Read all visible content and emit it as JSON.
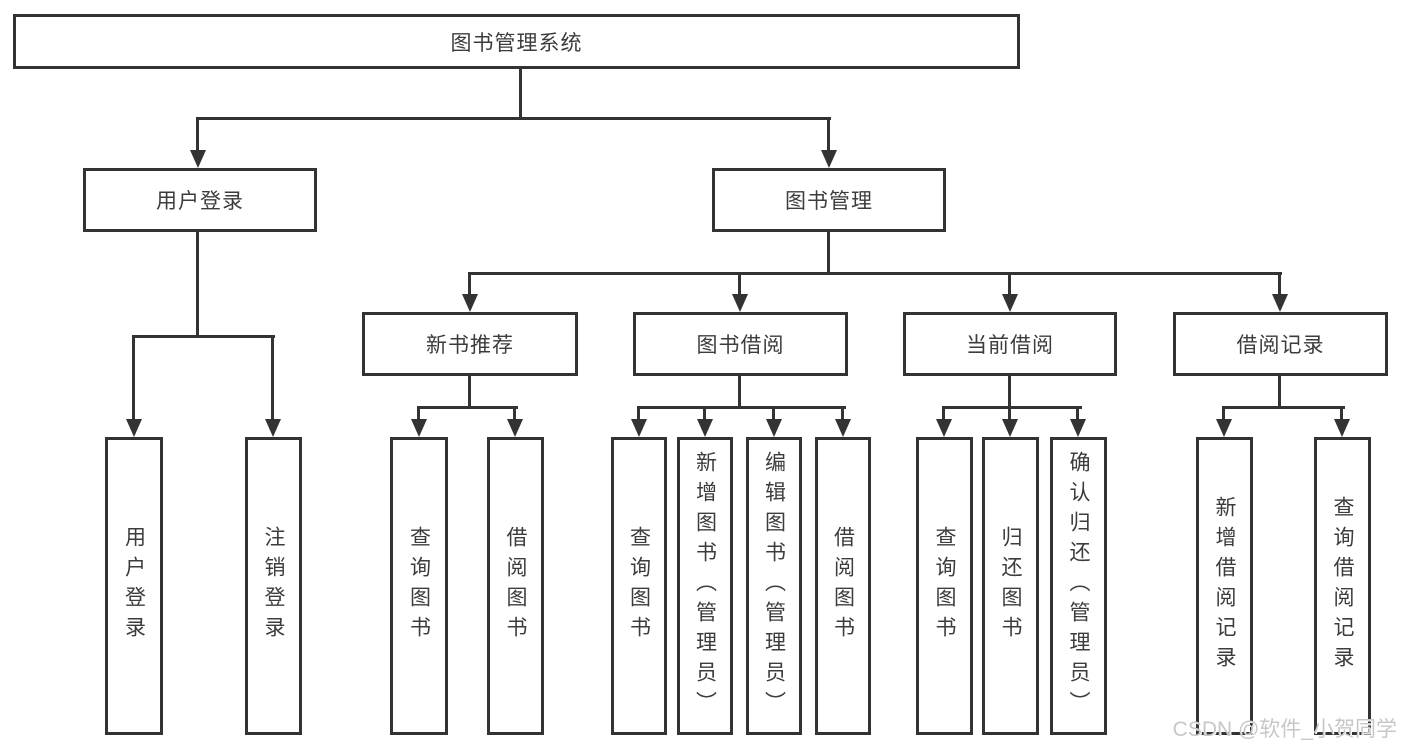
{
  "diagram_type": "org-chart",
  "colors": {
    "line": "#333333",
    "text": "#3c3c3c",
    "background": "#ffffff",
    "watermark": "#c7c7c7"
  },
  "tree": {
    "label": "图书管理系统",
    "children": [
      {
        "label": "用户登录",
        "children": [
          {
            "label": "用户登录"
          },
          {
            "label": "注销登录"
          }
        ]
      },
      {
        "label": "图书管理",
        "children": [
          {
            "label": "新书推荐",
            "children": [
              {
                "label": "查询图书"
              },
              {
                "label": "借阅图书"
              }
            ]
          },
          {
            "label": "图书借阅",
            "children": [
              {
                "label": "查询图书"
              },
              {
                "label": "新增图书（管理员）"
              },
              {
                "label": "编辑图书（管理员）"
              },
              {
                "label": "借阅图书"
              }
            ]
          },
          {
            "label": "当前借阅",
            "children": [
              {
                "label": "查询图书"
              },
              {
                "label": "归还图书"
              },
              {
                "label": "确认归还（管理员）"
              }
            ]
          },
          {
            "label": "借阅记录",
            "children": [
              {
                "label": "新增借阅记录"
              },
              {
                "label": "查询借阅记录"
              }
            ]
          }
        ]
      }
    ]
  },
  "watermark": {
    "text": "CSDN @软件_小贺同学"
  }
}
